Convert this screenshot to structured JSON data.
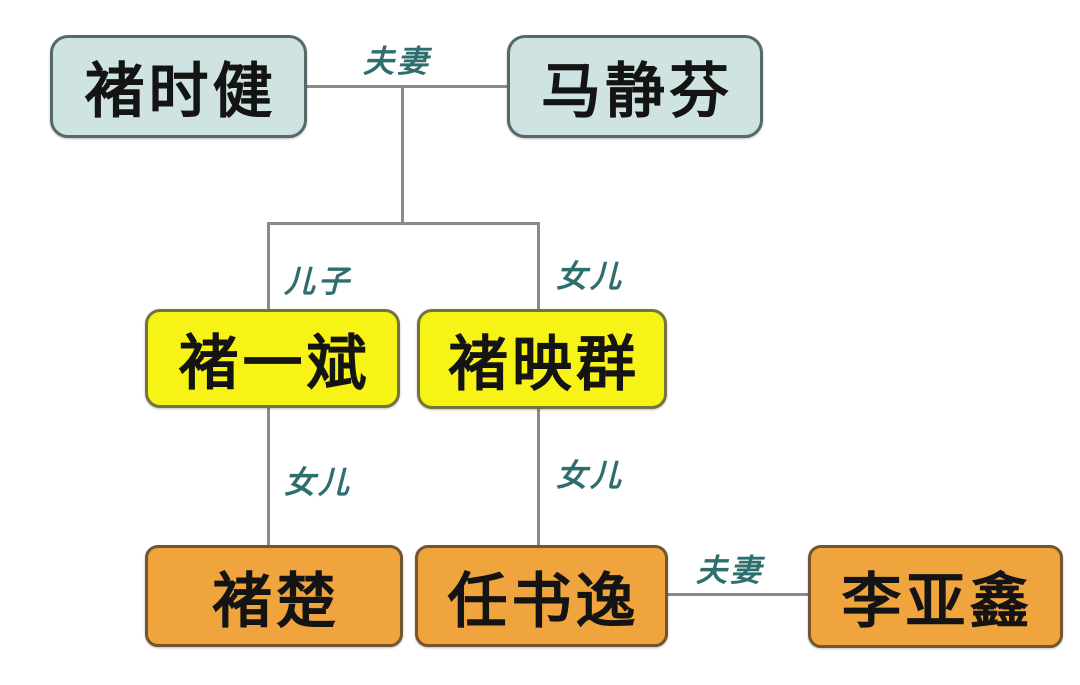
{
  "diagram": {
    "type": "family-tree",
    "background": "#ffffff",
    "nodes": {
      "chu_shijian": {
        "label": "褚时健",
        "generation": 1
      },
      "ma_jingfen": {
        "label": "马静芬",
        "generation": 1
      },
      "chu_yibin": {
        "label": "褚一斌",
        "generation": 2
      },
      "chu_yingqun": {
        "label": "褚映群",
        "generation": 2
      },
      "chu_chu": {
        "label": "褚楚",
        "generation": 3
      },
      "ren_shuyi": {
        "label": "任书逸",
        "generation": 3
      },
      "li_yaxin": {
        "label": "李亚鑫",
        "generation": 3
      }
    },
    "edge_labels": {
      "top_couple": "夫妻",
      "son": "儿子",
      "daughter_top": "女儿",
      "daughter_bottom_left": "女儿",
      "daughter_bottom_right": "女儿",
      "bottom_couple": "夫妻"
    },
    "relationships": [
      {
        "from": "褚时健",
        "to": "马静芬",
        "type": "夫妻"
      },
      {
        "from": "褚时健/马静芬",
        "to": "褚一斌",
        "type": "儿子"
      },
      {
        "from": "褚时健/马静芬",
        "to": "褚映群",
        "type": "女儿"
      },
      {
        "from": "褚一斌",
        "to": "褚楚",
        "type": "女儿"
      },
      {
        "from": "褚映群",
        "to": "任书逸",
        "type": "女儿"
      },
      {
        "from": "任书逸",
        "to": "李亚鑫",
        "type": "夫妻"
      }
    ],
    "colors": {
      "generation1_fill": "#cfe3e2",
      "generation1_border": "#56696a",
      "generation2_fill": "#f8f316",
      "generation2_border": "#73733c",
      "generation3_fill": "#f0a43d",
      "generation3_border": "#74562d",
      "edge_label_color": "#2f6e6e",
      "line_color": "#8a8a8a",
      "node_text_color": "#141414"
    }
  }
}
